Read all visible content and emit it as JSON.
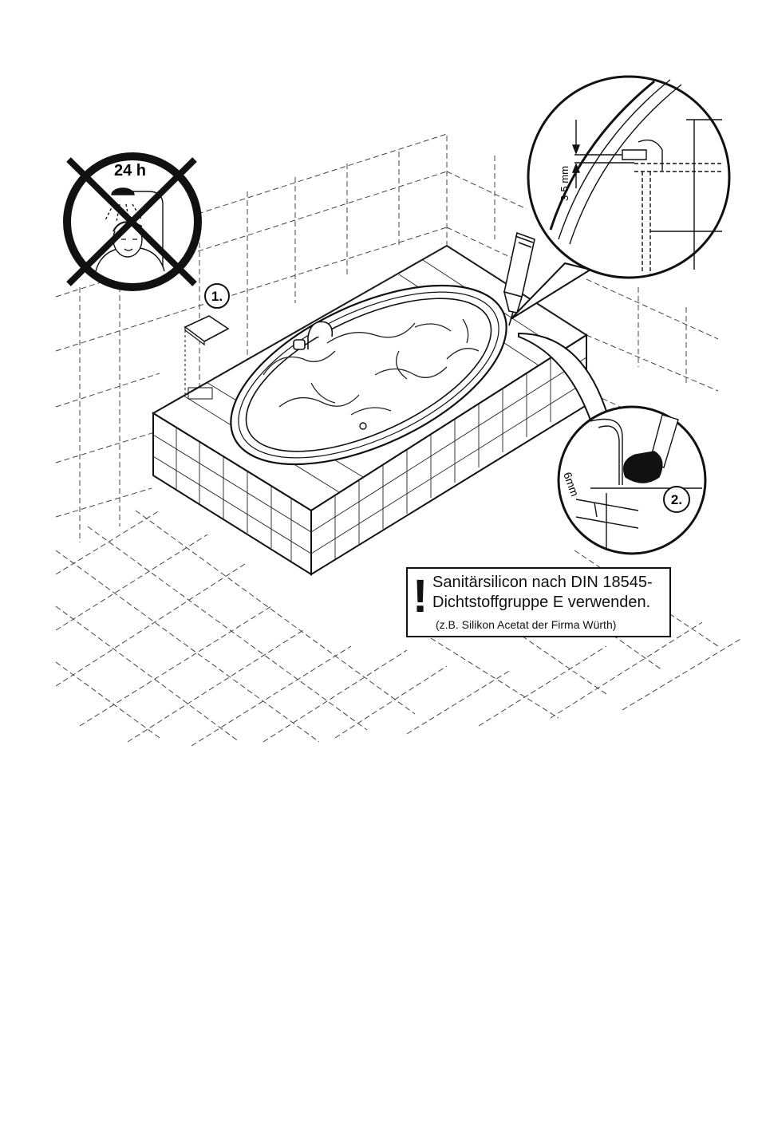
{
  "no_shower": {
    "duration_label": "24 h",
    "icon": "no-shower-icon"
  },
  "steps": {
    "step1_label": "1.",
    "step2_label": "2."
  },
  "detail_top": {
    "gap_label": "3-5 mm"
  },
  "detail_bottom": {
    "bead_label": "6mm"
  },
  "notice": {
    "mark": "!",
    "line1": "Sanitärsilicon nach DIN 18545-",
    "line2": "Dichtstoffgruppe E verwenden.",
    "line3": "(z.B. Silikon Acetat der Firma Würth)"
  }
}
